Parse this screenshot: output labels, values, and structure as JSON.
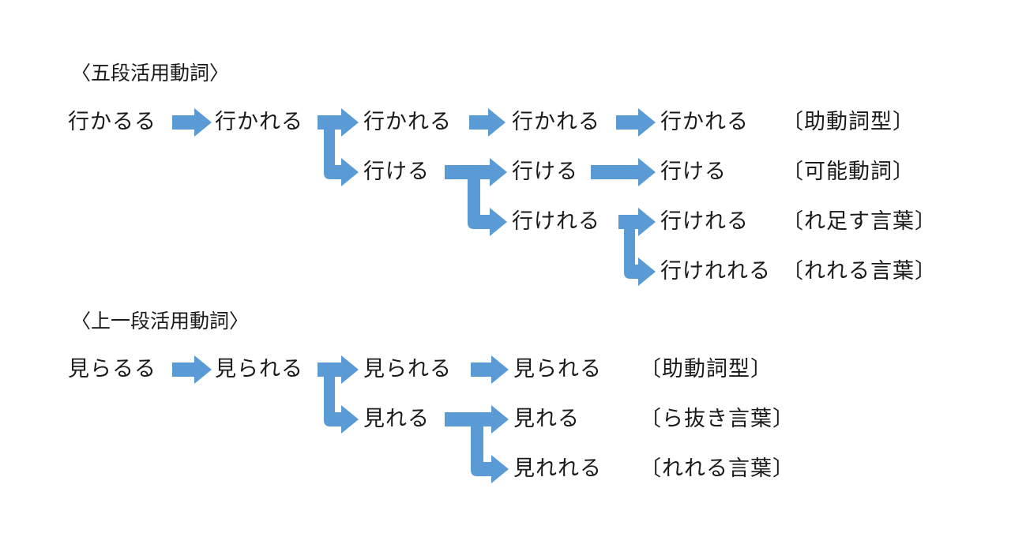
{
  "colors": {
    "arrow": "#5b9bd5",
    "text": "#1a1a1a"
  },
  "godan": {
    "heading": "〈五段活用動詞〉",
    "row1": [
      "行かるる",
      "行かれる",
      "行かれる",
      "行かれる",
      "行かれる"
    ],
    "row1_label": "〔助動詞型〕",
    "row2": [
      "行ける",
      "行ける",
      "行ける"
    ],
    "row2_label": "〔可能動詞〕",
    "row3": [
      "行けれる",
      "行けれる"
    ],
    "row3_label": "〔れ足す言葉〕",
    "row4": [
      "行けれれる"
    ],
    "row4_label": "〔れれる言葉〕"
  },
  "ichidan": {
    "heading": "〈上一段活用動詞〉",
    "row1": [
      "見らるる",
      "見られる",
      "見られる",
      "見られる"
    ],
    "row1_label": "〔助動詞型〕",
    "row2": [
      "見れる",
      "見れる"
    ],
    "row2_label": "〔ら抜き言葉〕",
    "row3": [
      "見れれる"
    ],
    "row3_label": "〔れれる言葉〕"
  }
}
